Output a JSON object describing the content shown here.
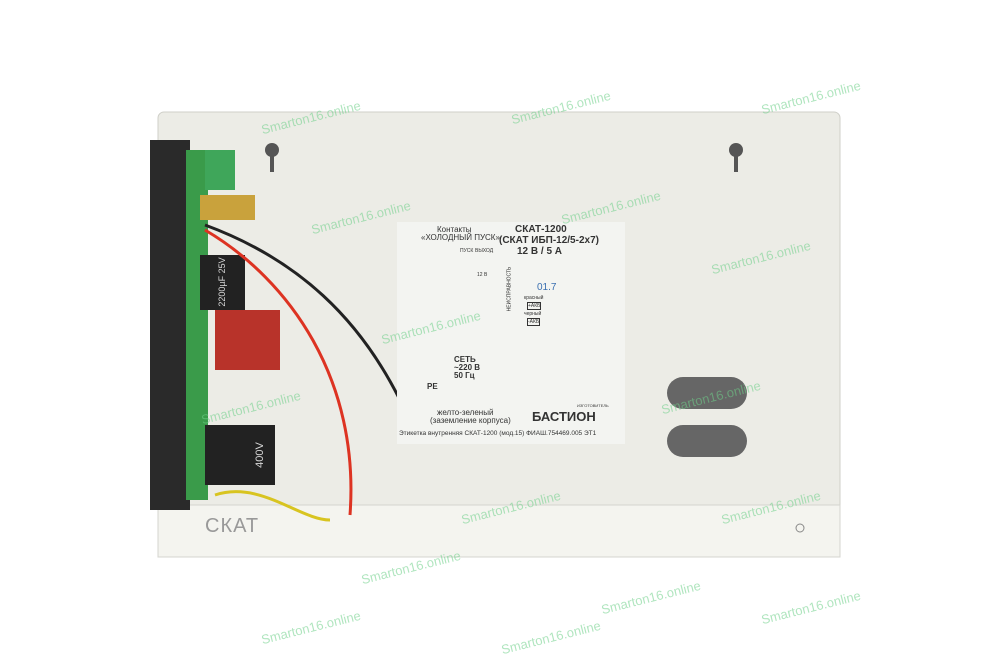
{
  "label": {
    "title": "СКАТ-1200",
    "subtitle": "(СКАТ ИБП-12/5-2х7)",
    "rating": "12 В / 5 А",
    "contacts": "Контакты",
    "cold_start": "«ХОЛОДНЫЙ ПУСК»",
    "start": "ПУСК",
    "output": "ВЫХОД",
    "output_v": "12 В",
    "fault": "НЕИСПРАВНОСТЬ",
    "red": "красный",
    "black": "черный",
    "akb_plus": "+АКБ",
    "akb_minus": "-АКБ",
    "handwritten": "01.7",
    "mains": "СЕТЬ",
    "mains_v": "~220 В",
    "mains_hz": "50 Гц",
    "pe": "PE",
    "ground1": "желто-зеленый",
    "ground2": "(заземление корпуса)",
    "maker": "ИЗГОТОВИТЕЛЬ",
    "brand": "БАСТИОН",
    "footer": "Этикетка внутренняя СКАТ-1200 (мод.15) ФИАШ.754469.005 ЭТ1"
  },
  "front_logo": "СКАТ",
  "capacitor1": "2200µF 25V",
  "capacitor2": "400V",
  "watermark": "Smarton16.online"
}
